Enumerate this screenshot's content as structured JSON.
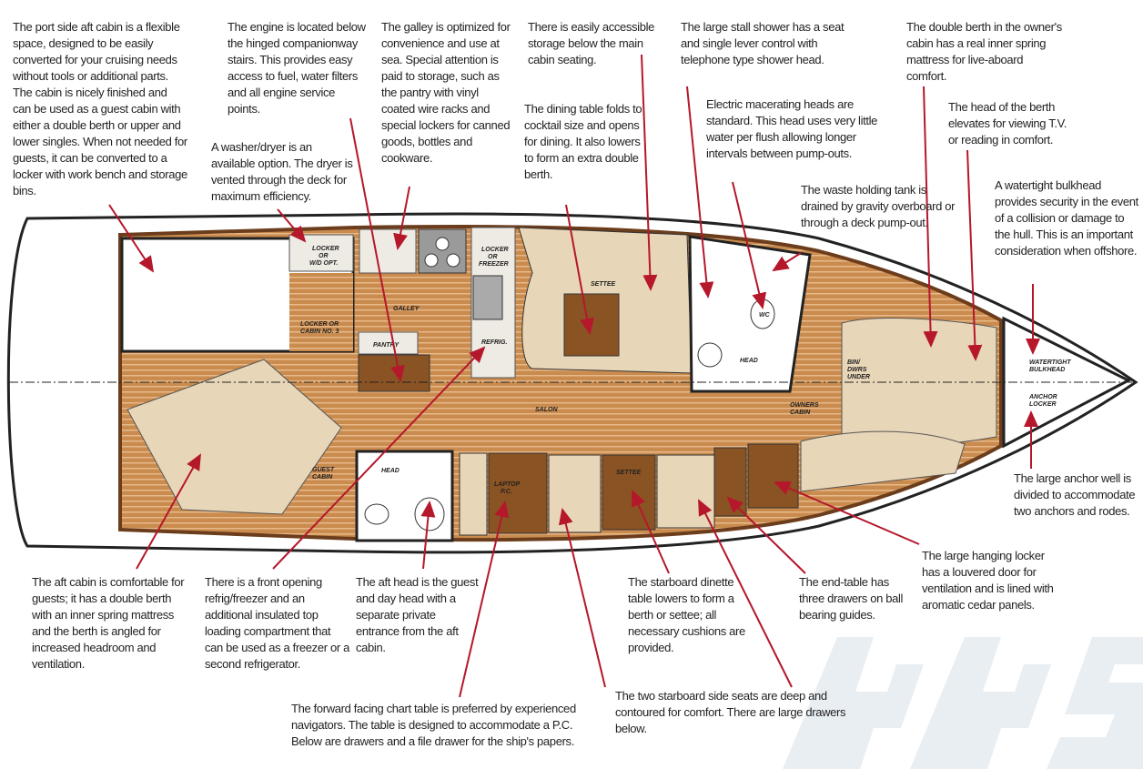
{
  "watermark": "445",
  "colors": {
    "arrow": "#b5172b",
    "floor": "#c98b4e",
    "cushion": "#e8d6b8",
    "hull": "#6b3d1c",
    "table": "#8a5324"
  },
  "notes": {
    "port_aft_cabin": "The port side aft cabin is a flexible space, designed to be easily converted for your cruising needs without tools or additional parts. The cabin is nicely finished and can be used as a guest cabin with either a double berth or upper and lower singles. When not needed for guests, it can be converted to a locker with work bench and storage bins.",
    "engine": "The engine is located below the hinged companionway stairs. This provides easy access to fuel, water filters and all engine service points.",
    "washer": "A washer/dryer is an available option. The dryer is vented through the deck for maximum efficiency.",
    "galley": "The galley is optimized for convenience and use at sea. Special attention is paid to storage, such as the pantry with vinyl coated wire racks and special lockers for canned goods, bottles and cookware.",
    "storage": "There is easily accessible storage below the main cabin seating.",
    "dining": "The dining table folds to cocktail size and opens for dining. It also lowers to form an extra double berth.",
    "shower": "The large stall shower has a seat and single lever control with telephone type shower head.",
    "heads": "Electric macerating heads are standard. This head uses very little water per flush allowing longer intervals between pump-outs.",
    "waste": "The waste holding tank is drained by gravity overboard or through a deck pump-out.",
    "double_berth": "The double berth in the owner's cabin has a real inner spring mattress for live-aboard comfort.",
    "berth_head": "The head of the berth elevates for viewing T.V. or reading in comfort.",
    "bulkhead": "A watertight bulkhead provides security in the event of a collision or damage to the hull. This is an important consideration when offshore.",
    "anchor": "The large anchor well is divided to accommodate two anchors and rodes.",
    "hanging_locker": "The large hanging locker has a louvered door for ventilation and is lined with aromatic cedar panels.",
    "end_table": "The end-table has three drawers on ball bearing guides.",
    "dinette": "The starboard dinette table lowers to form a berth or settee; all necessary cushions are provided.",
    "seats": "The two starboard side seats are deep and contoured for comfort. There are large drawers below.",
    "chart_table": "The forward facing chart table is preferred by experienced navigators. The table is designed to accommodate a P.C. Below are drawers and a file drawer for the ship's papers.",
    "aft_head": "The aft head is the guest and day head with a separate private entrance from the aft cabin.",
    "refrig": "There is a front opening refrig/freezer and an additional insulated top loading compartment that can be used as a freezer or a second refrigerator.",
    "aft_cabin": "The aft cabin is comfortable for guests; it has a double berth with an inner spring mattress and the berth is angled for increased headroom and ventilation."
  },
  "plan_labels": {
    "locker_wd": [
      "LOCKER",
      "OR",
      "W/D OPT."
    ],
    "locker_cabin3": [
      "LOCKER OR",
      "CABIN NO. 3"
    ],
    "galley": "GALLEY",
    "pantry": "PANTRY",
    "locker_freezer": [
      "LOCKER",
      "OR",
      "FREEZER"
    ],
    "refrig": "REFRIG.",
    "settee_top": "SETTEE",
    "salon": "SALON",
    "wc": "WC",
    "head_fwd": "HEAD",
    "bin": [
      "BIN/",
      "DWRS",
      "UNDER"
    ],
    "owners_cabin": [
      "OWNERS",
      "CABIN"
    ],
    "watertight": [
      "WATERTIGHT",
      "BULKHEAD"
    ],
    "anchor_locker": [
      "ANCHOR",
      "LOCKER"
    ],
    "guest_cabin": [
      "GUEST",
      "CABIN"
    ],
    "head_aft": "HEAD",
    "laptop": [
      "LAPTOP",
      "P.C."
    ],
    "settee_bottom": "SETTEE"
  }
}
